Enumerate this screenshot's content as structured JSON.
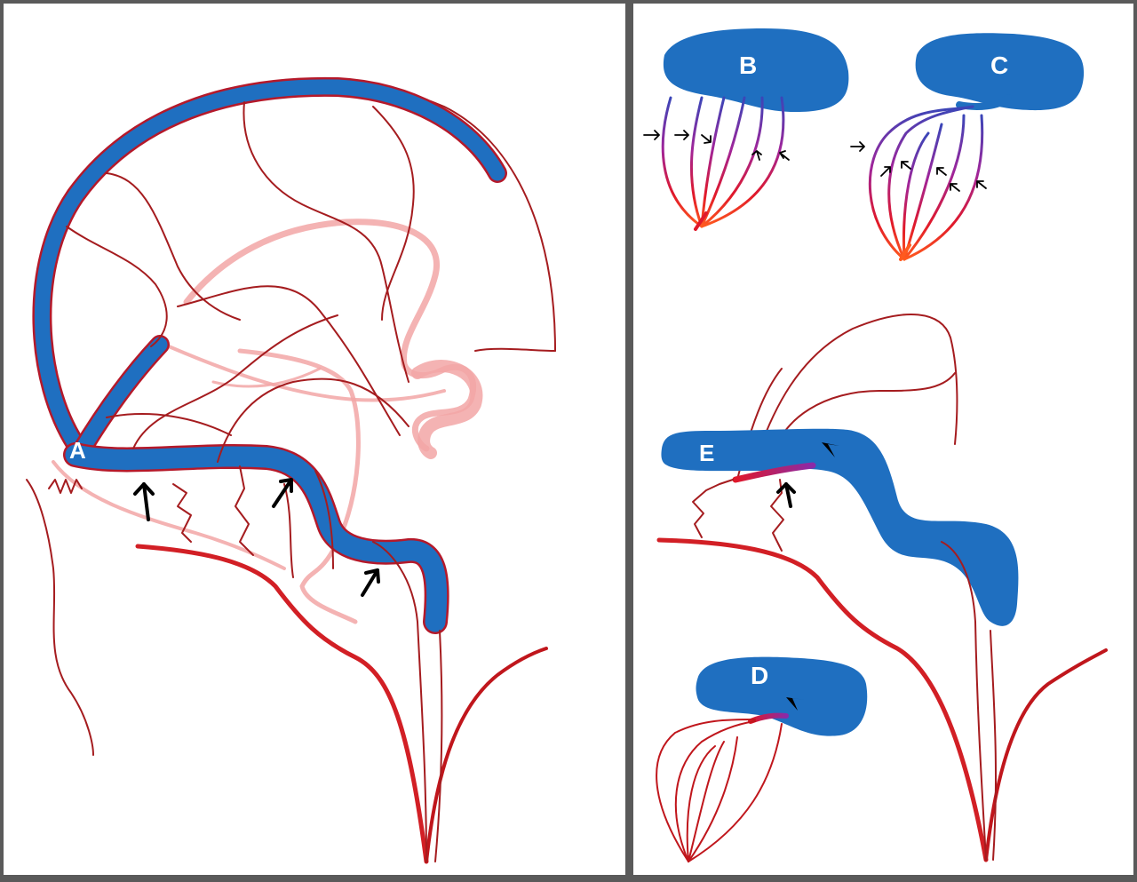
{
  "panels": {
    "left": {
      "label": "A"
    },
    "right": {
      "b": {
        "label": "B"
      },
      "c": {
        "label": "C"
      },
      "d": {
        "label": "D"
      },
      "e": {
        "label": "E"
      }
    }
  },
  "colors": {
    "sinus": "#1f6fc0",
    "artery": "#c0161c",
    "ghost_vessel": "#f2a6a6",
    "arrow": "#000000",
    "border": "#555555"
  }
}
